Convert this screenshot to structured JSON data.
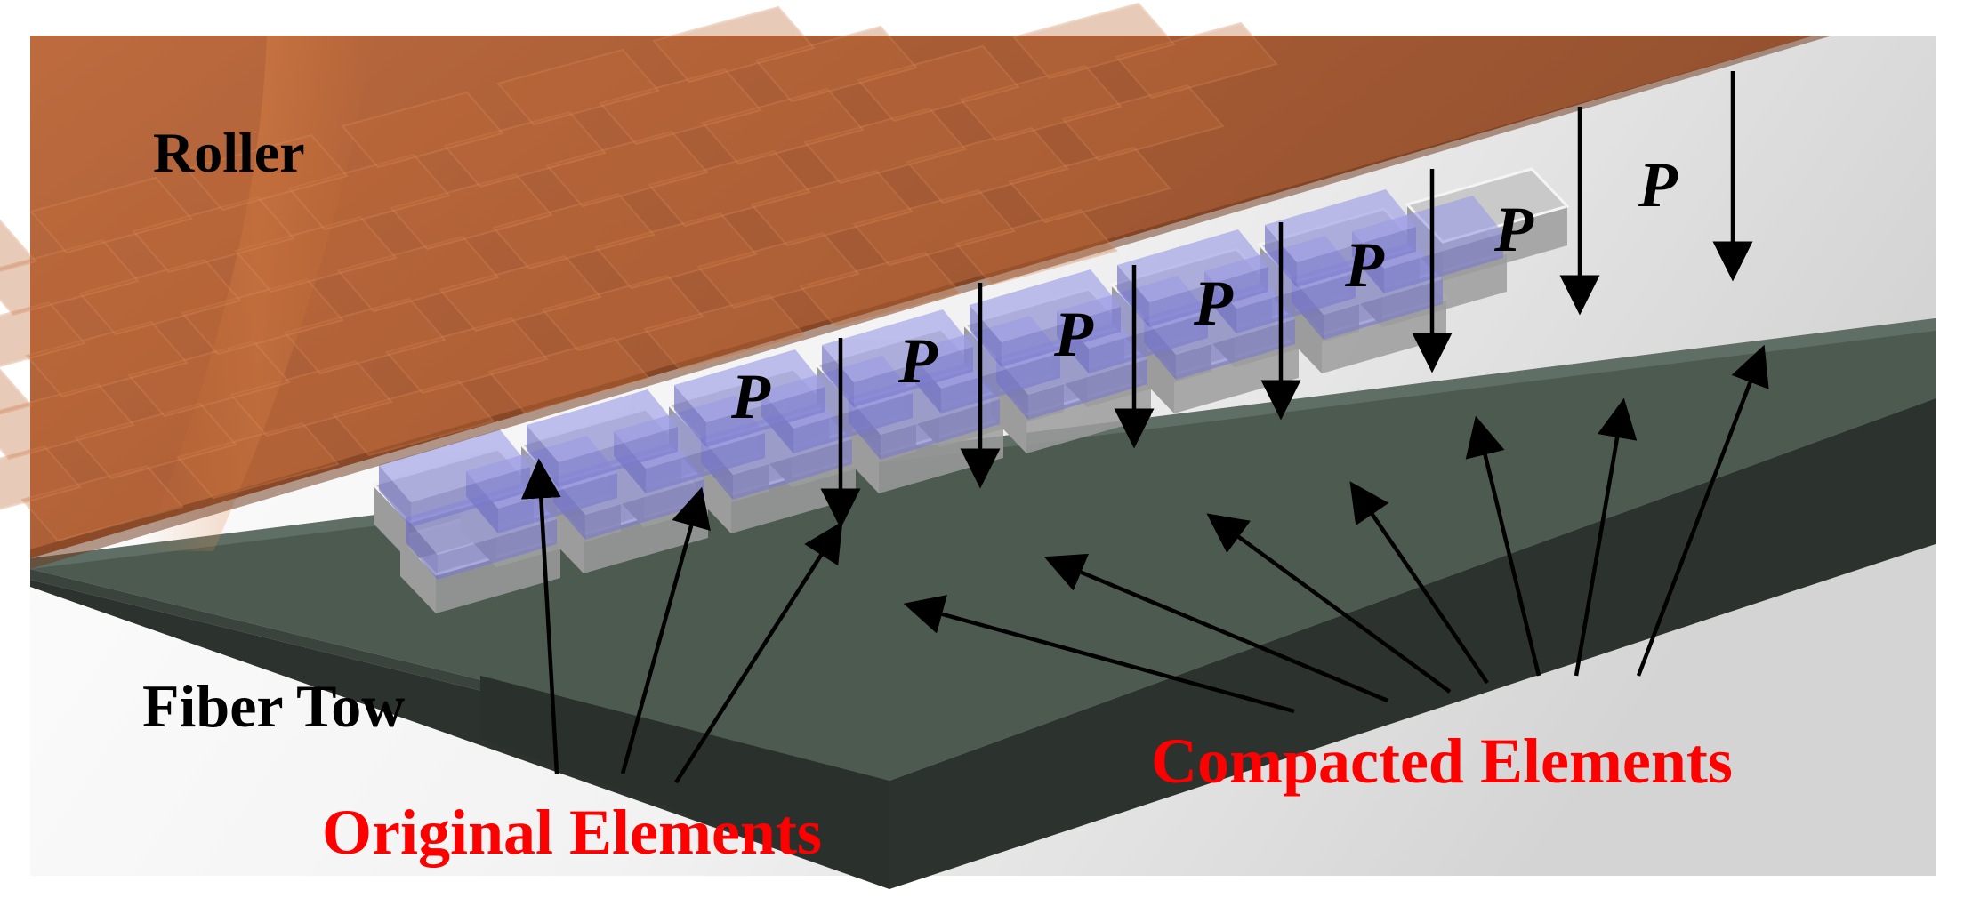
{
  "labels": {
    "roller": "Roller",
    "fiber_tow": "Fiber Tow",
    "original_elements": "Original Elements",
    "compacted_elements": "Compacted Elements",
    "pressure": "P"
  },
  "colors": {
    "roller": "#b8602c",
    "fiber_tow_top": "#4c5a50",
    "fiber_tow_side": "#2c322d",
    "compacted_element": "#b4b4b4",
    "original_element": "#8c8cd8",
    "highlight_label": "#ff0000",
    "label": "#000000"
  }
}
